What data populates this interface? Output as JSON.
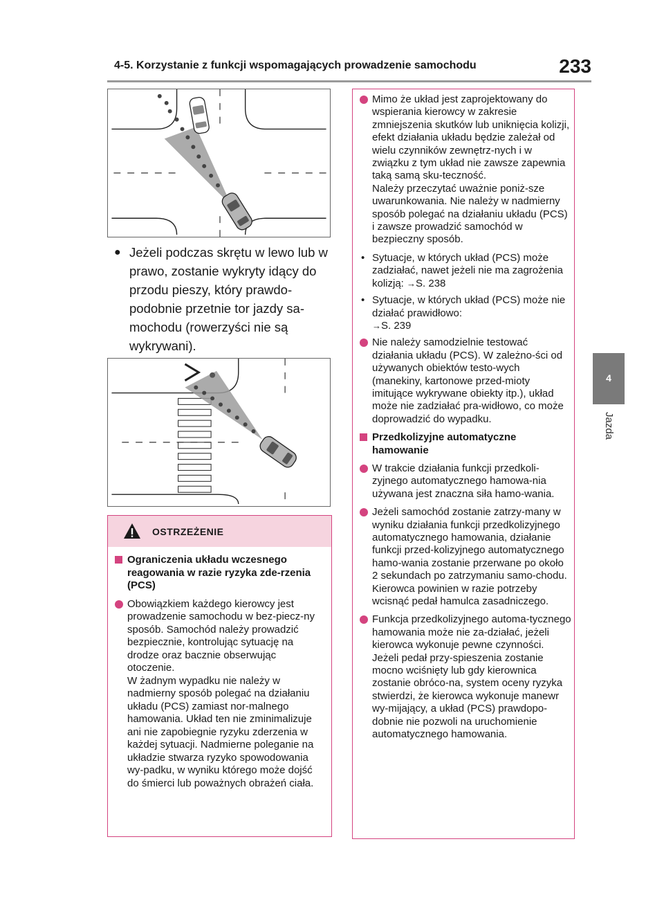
{
  "header": {
    "title": "4-5. Korzystanie z funkcji wspomagających prowadzenie samochodu",
    "page_number": "233"
  },
  "side_tab": {
    "number": "4",
    "label": "Jazda"
  },
  "lead": {
    "text": "Jeżeli podczas skrętu w lewo lub w prawo, zostanie wykryty idący do przodu pieszy, który prawdo-podobnie przetnie tor jazdy sa-mochodu (rowerzyści nie są wykrywani)."
  },
  "warning": {
    "title": "OSTRZEŻENIE",
    "section_title": "Ograniczenia układu wczesnego reagowania w razie ryzyka zde-rzenia (PCS)",
    "p1": "Obowiązkiem każdego kierowcy jest prowadzenie samochodu w bez-piecz-ny sposób. Samochód należy prowadzić bezpiecznie, kontrolując sytuację na drodze oraz bacznie obserwując otoczenie.",
    "p1_cont": "W żadnym wypadku nie należy w nadmierny sposób polegać na działaniu układu (PCS) zamiast nor-malnego hamowania. Układ ten nie zminimalizuje ani nie zapobiegnie ryzyku zderzenia w każdej sytuacji. Nadmierne poleganie na układzie stwarza ryzyko spowodowania wy-padku, w wyniku którego może dojść do śmierci lub poważnych obrażeń ciała."
  },
  "right": {
    "p1": "Mimo że układ jest zaprojektowany do wspierania kierowcy w zakresie zmniejszenia skutków lub uniknięcia kolizji, efekt działania układu będzie zależał od wielu czynników zewnętrz-nych i w związku z tym układ nie zawsze zapewnia taką samą sku-teczność.",
    "p1_cont": "Należy przeczytać uważnie poniż-sze uwarunkowania. Nie należy w nadmierny sposób polegać na działaniu układu (PCS) i zawsze prowadzić samochód w bezpieczny sposób.",
    "d1": "Sytuacje, w których układ (PCS) może zadziałać, nawet jeżeli nie ma zagrożenia kolizją:",
    "d1_ref": "S. 238",
    "d2": "Sytuacje, w których układ (PCS) może nie działać prawidłowo:",
    "d2_ref": "S. 239",
    "p2": "Nie należy samodzielnie testować działania układu (PCS). W zależno-ści od używanych obiektów testo-wych (manekiny, kartonowe przed-mioty imitujące wykrywane obiekty itp.), układ może nie zadziałać pra-widłowo, co może doprowadzić do wypadku.",
    "sec2": "Przedkolizyjne automatyczne hamowanie",
    "p3": "W trakcie działania funkcji przedkoli-zyjnego automatycznego hamowa-nia używana jest znaczna siła hamo-wania.",
    "p4": "Jeżeli samochód zostanie zatrzy-many w wyniku działania funkcji przedkolizyjnego automatycznego hamowania, działanie funkcji przed-kolizyjnego automatycznego hamo-wania zostanie przerwane po około 2 sekundach po zatrzymaniu samo-chodu. Kierowca powinien w razie potrzeby wcisnąć pedał hamulca zasadniczego.",
    "p5": "Funkcja przedkolizyjnego automa-tycznego hamowania może nie za-działać, jeżeli kierowca wykonuje pewne czynności. Jeżeli pedał przy-spieszenia zostanie mocno wciśnięty lub gdy kierownica zostanie obróco-na, system oceny ryzyka stwierdzi, że kierowca wykonuje manewr wy-mijający, a układ (PCS) prawdopo-dobnie nie pozwoli na uruchomienie automatycznego hamowania."
  },
  "colors": {
    "accent": "#d4437f",
    "warn_bg": "#f6d4df",
    "tab_bg": "#7a7a7a"
  },
  "icons": {
    "warning": "warning-triangle-icon",
    "arrow": "arrow-right-icon"
  }
}
